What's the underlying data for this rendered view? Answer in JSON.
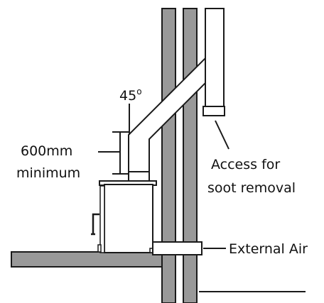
{
  "labels": {
    "angle": "45",
    "angle_unit": "o",
    "min_height_value": "600mm",
    "min_height_word": "minimum",
    "access_line1": "Access for",
    "access_line2": "soot removal",
    "external_air": "External Air"
  },
  "colors": {
    "wall_fill": "#999999",
    "pipe_fill": "#ffffff",
    "outline": "#1a1a1a",
    "stove_fill": "#ffffff",
    "hearth_fill": "#999999"
  }
}
